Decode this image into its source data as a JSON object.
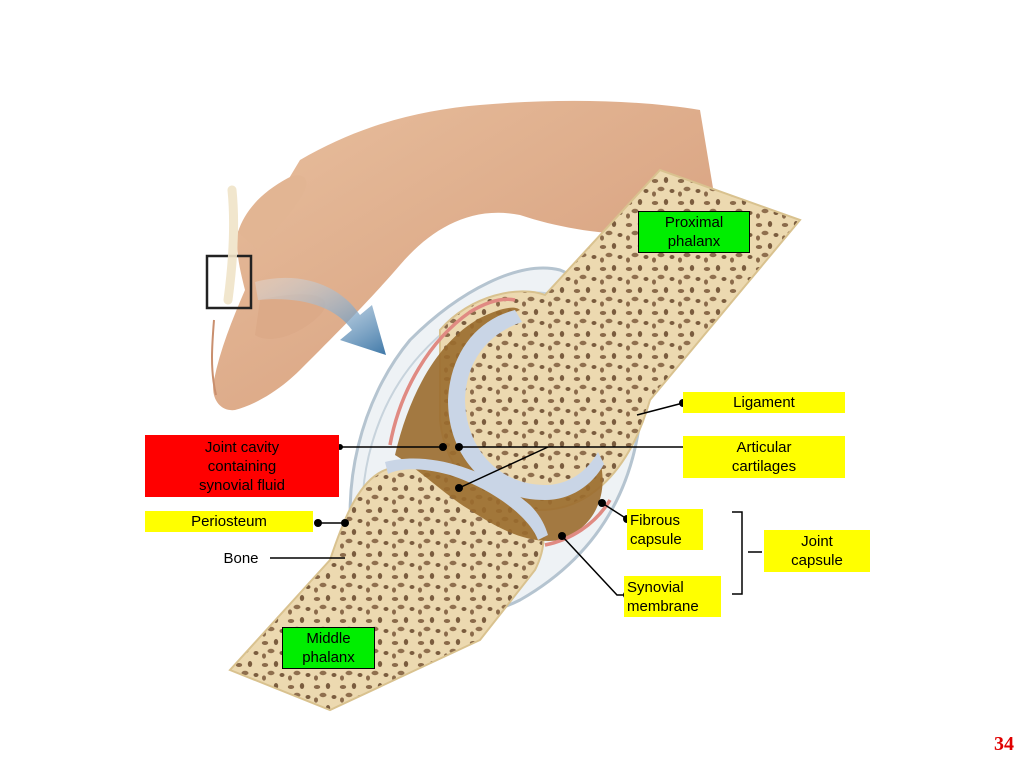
{
  "labels": {
    "proximal_phalanx": "Proximal\nphalanx",
    "middle_phalanx": "Middle\nphalanx",
    "ligament": "Ligament",
    "articular_cartilages": "Articular\ncartilages",
    "joint_cavity": "Joint cavity\ncontaining\nsynovial fluid",
    "periosteum": "Periosteum",
    "bone": "Bone",
    "fibrous_capsule": "Fibrous\ncapsule",
    "synovial_membrane": "Synovial\nmembrane",
    "joint_capsule": "Joint\ncapsule"
  },
  "page_number": "34",
  "colors": {
    "label_yellow": "#ffff00",
    "label_green": "#00ee00",
    "label_red": "#ff0000",
    "page_number": "#e00000"
  }
}
